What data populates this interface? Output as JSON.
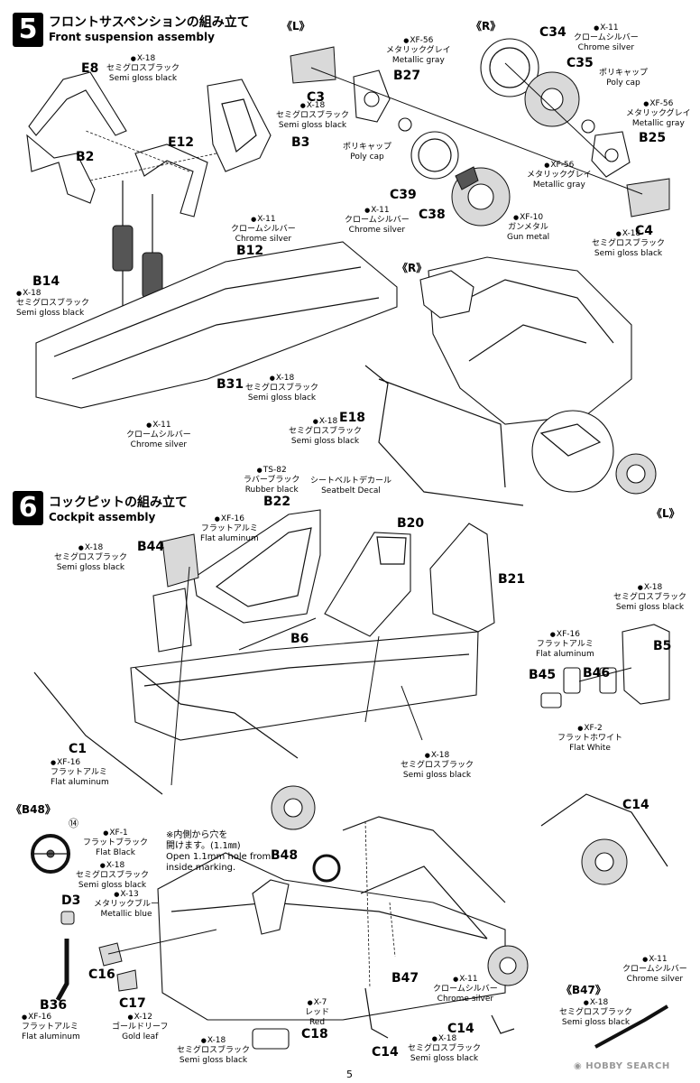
{
  "step5": {
    "number": "5",
    "title_jp": "フロントサスペンションの組み立て",
    "title_en": "Front suspension assembly"
  },
  "step6": {
    "number": "6",
    "title_jp": "コックピットの組み立て",
    "title_en": "Cockpit assembly"
  },
  "views": {
    "l_top": "《L》",
    "r_top": "《R》",
    "r_mid": "《R》",
    "l_mid": "《L》",
    "b48": "《B48》",
    "b47": "《B47》"
  },
  "parts": {
    "E8": "E8",
    "B2": "B2",
    "E12": "E12",
    "B3": "B3",
    "B12": "B12",
    "B14": "B14",
    "B31": "B31",
    "E18": "E18",
    "C3": "C3",
    "B27": "B27",
    "C39": "C39",
    "C38": "C38",
    "C34": "C34",
    "C35": "C35",
    "B25": "B25",
    "C4": "C4",
    "B22": "B22",
    "B20": "B20",
    "B21": "B21",
    "B44": "B44",
    "B6": "B6",
    "B5": "B5",
    "B46": "B46",
    "B45": "B45",
    "C1": "C1",
    "C14a": "C14",
    "B48": "B48",
    "D3": "D3",
    "C16": "C16",
    "C17": "C17",
    "B36": "B36",
    "C18": "C18",
    "B47": "B47",
    "C14b": "C14",
    "C14c": "C14"
  },
  "paints": {
    "x18_e8": {
      "code": "X-18",
      "jp": "セミグロスブラック",
      "en": "Semi gloss black"
    },
    "x18_b3": {
      "code": "X-18",
      "jp": "セミグロスブラック",
      "en": "Semi gloss black"
    },
    "xf56_b27": {
      "code": "XF-56",
      "jp": "メタリックグレイ",
      "en": "Metallic gray"
    },
    "x11_c34": {
      "code": "X-11",
      "jp": "クロームシルバー",
      "en": "Chrome silver"
    },
    "poly_right": {
      "jp": "ポリキャップ",
      "en": "Poly cap"
    },
    "xf56_b25": {
      "code": "XF-56",
      "jp": "メタリックグレイ",
      "en": "Metallic gray"
    },
    "poly_left": {
      "jp": "ポリキャップ",
      "en": "Poly cap"
    },
    "xf56_c35": {
      "code": "XF-56",
      "jp": "メタリックグレイ",
      "en": "Metallic gray"
    },
    "x11_c39": {
      "code": "X-11",
      "jp": "クロームシルバー",
      "en": "Chrome silver"
    },
    "xf10_c38": {
      "code": "XF-10",
      "jp": "ガンメタル",
      "en": "Gun metal"
    },
    "x18_c4": {
      "code": "X-18",
      "jp": "セミグロスブラック",
      "en": "Semi gloss black"
    },
    "x11_b12": {
      "code": "X-11",
      "jp": "クロームシルバー",
      "en": "Chrome silver"
    },
    "x18_b14": {
      "code": "X-18",
      "jp": "セミグロスブラック",
      "en": "Semi gloss black"
    },
    "x18_b31": {
      "code": "X-18",
      "jp": "セミグロスブラック",
      "en": "Semi gloss black"
    },
    "x11_bottom5": {
      "code": "X-11",
      "jp": "クロームシルバー",
      "en": "Chrome silver"
    },
    "x18_e18": {
      "code": "X-18",
      "jp": "セミグロスブラック",
      "en": "Semi gloss black"
    },
    "ts82_b22": {
      "code": "TS-82",
      "jp": "ラバーブラック",
      "en": "Rubber black"
    },
    "seatbelt": {
      "jp": "シートベルトデカール",
      "en": "Seatbelt Decal"
    },
    "xf16_b44": {
      "code": "XF-16",
      "jp": "フラットアルミ",
      "en": "Flat aluminum"
    },
    "x18_b44": {
      "code": "X-18",
      "jp": "セミグロスブラック",
      "en": "Semi gloss black"
    },
    "x18_b5": {
      "code": "X-18",
      "jp": "セミグロスブラック",
      "en": "Semi gloss black"
    },
    "xf16_b46": {
      "code": "XF-16",
      "jp": "フラットアルミ",
      "en": "Flat aluminum"
    },
    "xf2_b45": {
      "code": "XF-2",
      "jp": "フラットホワイト",
      "en": "Flat White"
    },
    "xf16_c1": {
      "code": "XF-16",
      "jp": "フラットアルミ",
      "en": "Flat aluminum"
    },
    "x18_chassis6": {
      "code": "X-18",
      "jp": "セミグロスブラック",
      "en": "Semi gloss black"
    },
    "xf1_b48": {
      "code": "XF-1",
      "jp": "フラットブラック",
      "en": "Flat Black"
    },
    "x18_b48": {
      "code": "X-18",
      "jp": "セミグロスブラック",
      "en": "Semi gloss black"
    },
    "x13_d3": {
      "code": "X-13",
      "jp": "メタリックブルー",
      "en": "Metallic blue"
    },
    "xf16_b36": {
      "code": "XF-16",
      "jp": "フラットアルミ",
      "en": "Flat aluminum"
    },
    "x12_c17": {
      "code": "X-12",
      "jp": "ゴールドリーフ",
      "en": "Gold leaf"
    },
    "x18_c18b": {
      "code": "X-18",
      "jp": "セミグロスブラック",
      "en": "Semi gloss black"
    },
    "x7_c18": {
      "code": "X-7",
      "jp": "レッド",
      "en": "Red"
    },
    "x11_c14": {
      "code": "X-11",
      "jp": "クロームシルバー",
      "en": "Chrome silver"
    },
    "x18_c14": {
      "code": "X-18",
      "jp": "セミグロスブラック",
      "en": "Semi gloss black"
    },
    "x11_b47": {
      "code": "X-11",
      "jp": "クロームシルバー",
      "en": "Chrome silver"
    },
    "x18_b47": {
      "code": "X-18",
      "jp": "セミグロスブラック",
      "en": "Semi gloss black"
    }
  },
  "notes": {
    "circle_num": "⑭",
    "hole_jp1": "※内側から穴を",
    "hole_jp2": "開けます。(1.1㎜)",
    "hole_en1": "Open 1.1mm hole from",
    "hole_en2": "inside marking."
  },
  "footer": {
    "page_number": "5",
    "watermark": "HOBBY SEARCH"
  }
}
